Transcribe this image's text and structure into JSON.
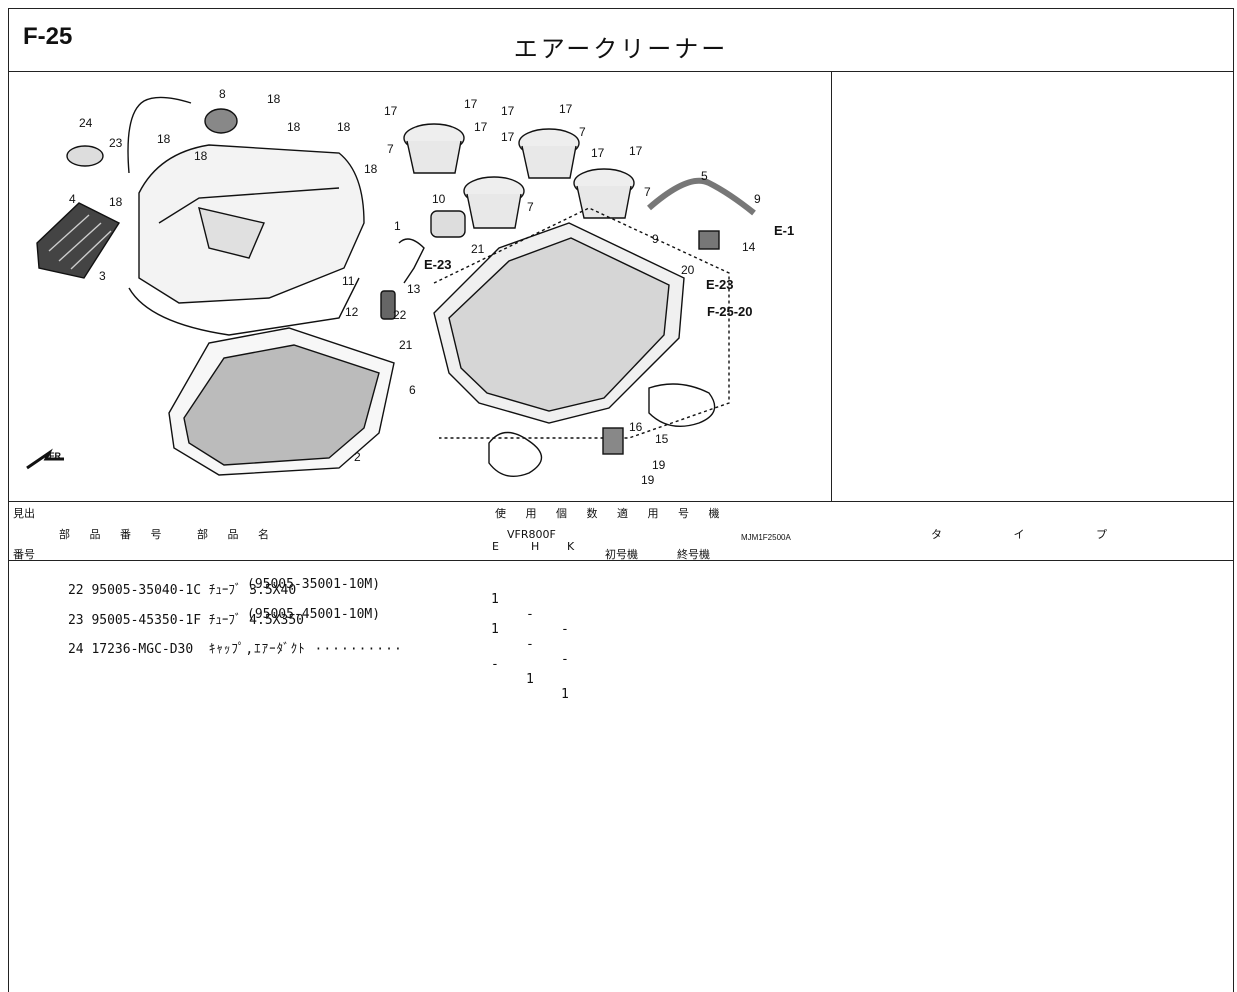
{
  "header": {
    "section_code": "F-25",
    "title": "エアークリーナー"
  },
  "diagram": {
    "figure_code": "MJM1F2500A",
    "front_marker": "FR.",
    "callouts": [
      "1",
      "2",
      "3",
      "4",
      "5",
      "6",
      "7",
      "8",
      "9",
      "10",
      "11",
      "12",
      "13",
      "14",
      "15",
      "16",
      "17",
      "18",
      "19",
      "20",
      "21",
      "22",
      "23",
      "24"
    ],
    "references": [
      "E-1",
      "E-23",
      "F-25-20"
    ]
  },
  "table_header": {
    "midashi": "見出",
    "part_no_label": "部 品 番 号",
    "part_name_label": "部 品 名",
    "ban": "番号",
    "usage_label": "使 用 個 数 適 用 号 機",
    "model": "VFR800F",
    "types": [
      "E",
      "H",
      "K"
    ],
    "first_serial": "初号機",
    "last_serial": "終号機",
    "type_label": "タ イ プ"
  },
  "rows": [
    {
      "no": "22",
      "part": "95005-35040-1C",
      "name": "ﾁｭｰﾌﾞ 3.5X40",
      "sub": "(95005-35001-10M)",
      "E": "1",
      "H": "-",
      "K": "-"
    },
    {
      "no": "23",
      "part": "95005-45350-1F",
      "name": "ﾁｭｰﾌﾞ 4.5X350",
      "sub": "(95005-45001-10M)",
      "E": "1",
      "H": "-",
      "K": "-"
    },
    {
      "no": "24",
      "part": "17236-MGC-D30",
      "name": "ｷｬｯﾌﾟ,ｴｱｰﾀﾞｸﾄ ··········",
      "sub": "",
      "E": "-",
      "H": "1",
      "K": "1"
    }
  ]
}
